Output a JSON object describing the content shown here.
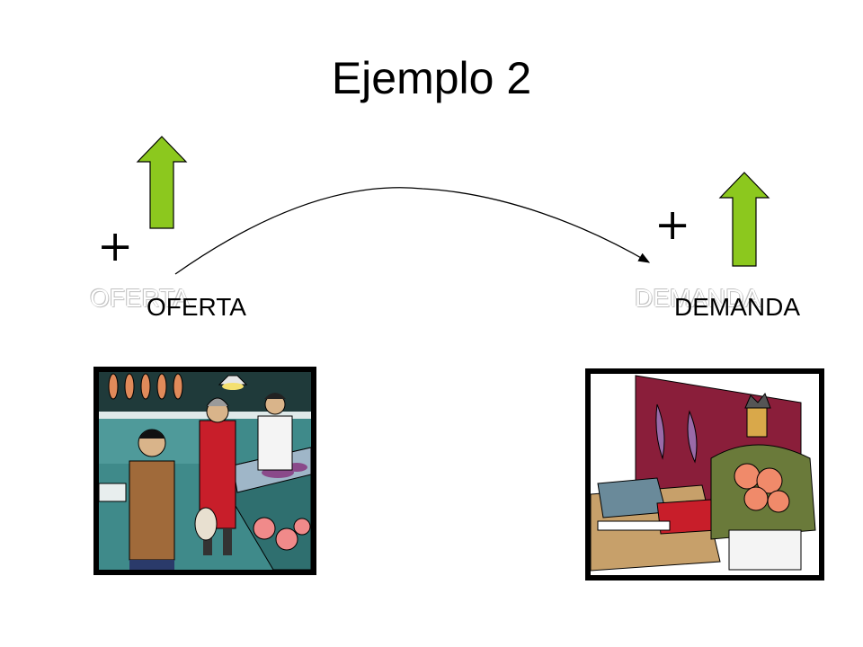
{
  "title": "Ejemplo 2",
  "left": {
    "sign": "+",
    "label": "OFERTA",
    "arrow_icon": "up-arrow-icon"
  },
  "right": {
    "sign": "+",
    "label": "DEMANDA",
    "arrow_icon": "up-arrow-icon"
  },
  "colors": {
    "arrow_fill": "#8cc81e",
    "arrow_stroke": "#000000"
  },
  "images": [
    {
      "name": "fish-market-customer-image"
    },
    {
      "name": "fishmonger-with-crabs-image"
    }
  ]
}
